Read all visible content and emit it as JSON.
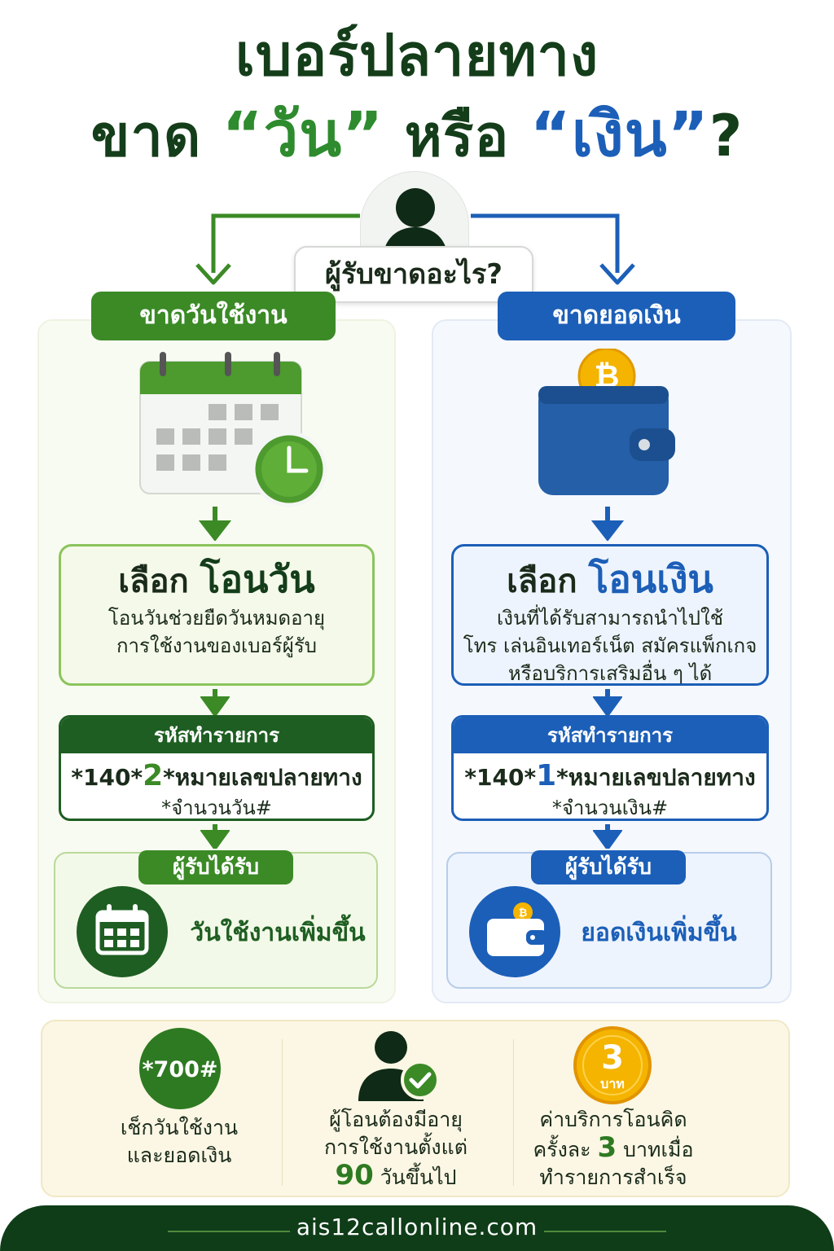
{
  "title": {
    "line1": "เบอร์ปลายทาง",
    "line2_prefix": "ขาด ",
    "q_open": "“",
    "q_close": "”",
    "word_days": "วัน",
    "or": " หรือ ",
    "word_money": "เงิน",
    "qmark": "?"
  },
  "question": "ผู้รับขาดอะไร?",
  "left": {
    "header": "ขาดวันใช้งาน",
    "choose_prefix": "เลือก ",
    "choose_option": "โอนวัน",
    "desc": [
      "โอนวันช่วยยืดวันหมดอายุ",
      "การใช้งานของเบอร์ผู้รับ"
    ],
    "code_header": "รหัสทำรายการ",
    "code_prefix": "*140*",
    "code_digit": "2",
    "code_suffix": "*หมายเลขปลายทาง",
    "code_line2": "*จำนวนวัน#",
    "receive_tag": "ผู้รับได้รับ",
    "receive_text": "วันใช้งานเพิ่มขึ้น"
  },
  "right": {
    "header": "ขาดยอดเงิน",
    "choose_prefix": "เลือก ",
    "choose_option": "โอนเงิน",
    "desc": [
      "เงินที่ได้รับสามารถนำไปใช้",
      "โทร เล่นอินเทอร์เน็ต สมัครแพ็กเกจ",
      "หรือบริการเสริมอื่น ๆ ได้"
    ],
    "code_header": "รหัสทำรายการ",
    "code_prefix": "*140*",
    "code_digit": "1",
    "code_suffix": "*หมายเลขปลายทาง",
    "code_line2": "*จำนวนเงิน#",
    "receive_tag": "ผู้รับได้รับ",
    "receive_text": "ยอดเงินเพิ่มขึ้น",
    "coin_symbol": "₿"
  },
  "bottom": {
    "check_code": "*700#",
    "check_text": [
      "เช็กวันใช้งาน",
      "และยอดเงิน"
    ],
    "age_text": [
      "ผู้โอนต้องมีอายุ",
      "การใช้งานตั้งแต่"
    ],
    "age_number": "90",
    "age_suffix": " วันขึ้นไป",
    "fee_coin_number": "3",
    "fee_coin_unit": "บาท",
    "fee_text1": "ค่าบริการโอนคิด",
    "fee_text2_prefix": "ครั้งละ ",
    "fee_number": "3",
    "fee_text2_suffix": " บาทเมื่อ",
    "fee_text3": "ทำรายการสำเร็จ"
  },
  "footer": {
    "url": "ais12callonline.com"
  },
  "colors": {
    "green": "#3b8a26",
    "dark_green": "#143d1a",
    "blue": "#1c5fb8",
    "gold": "#f4b400"
  }
}
